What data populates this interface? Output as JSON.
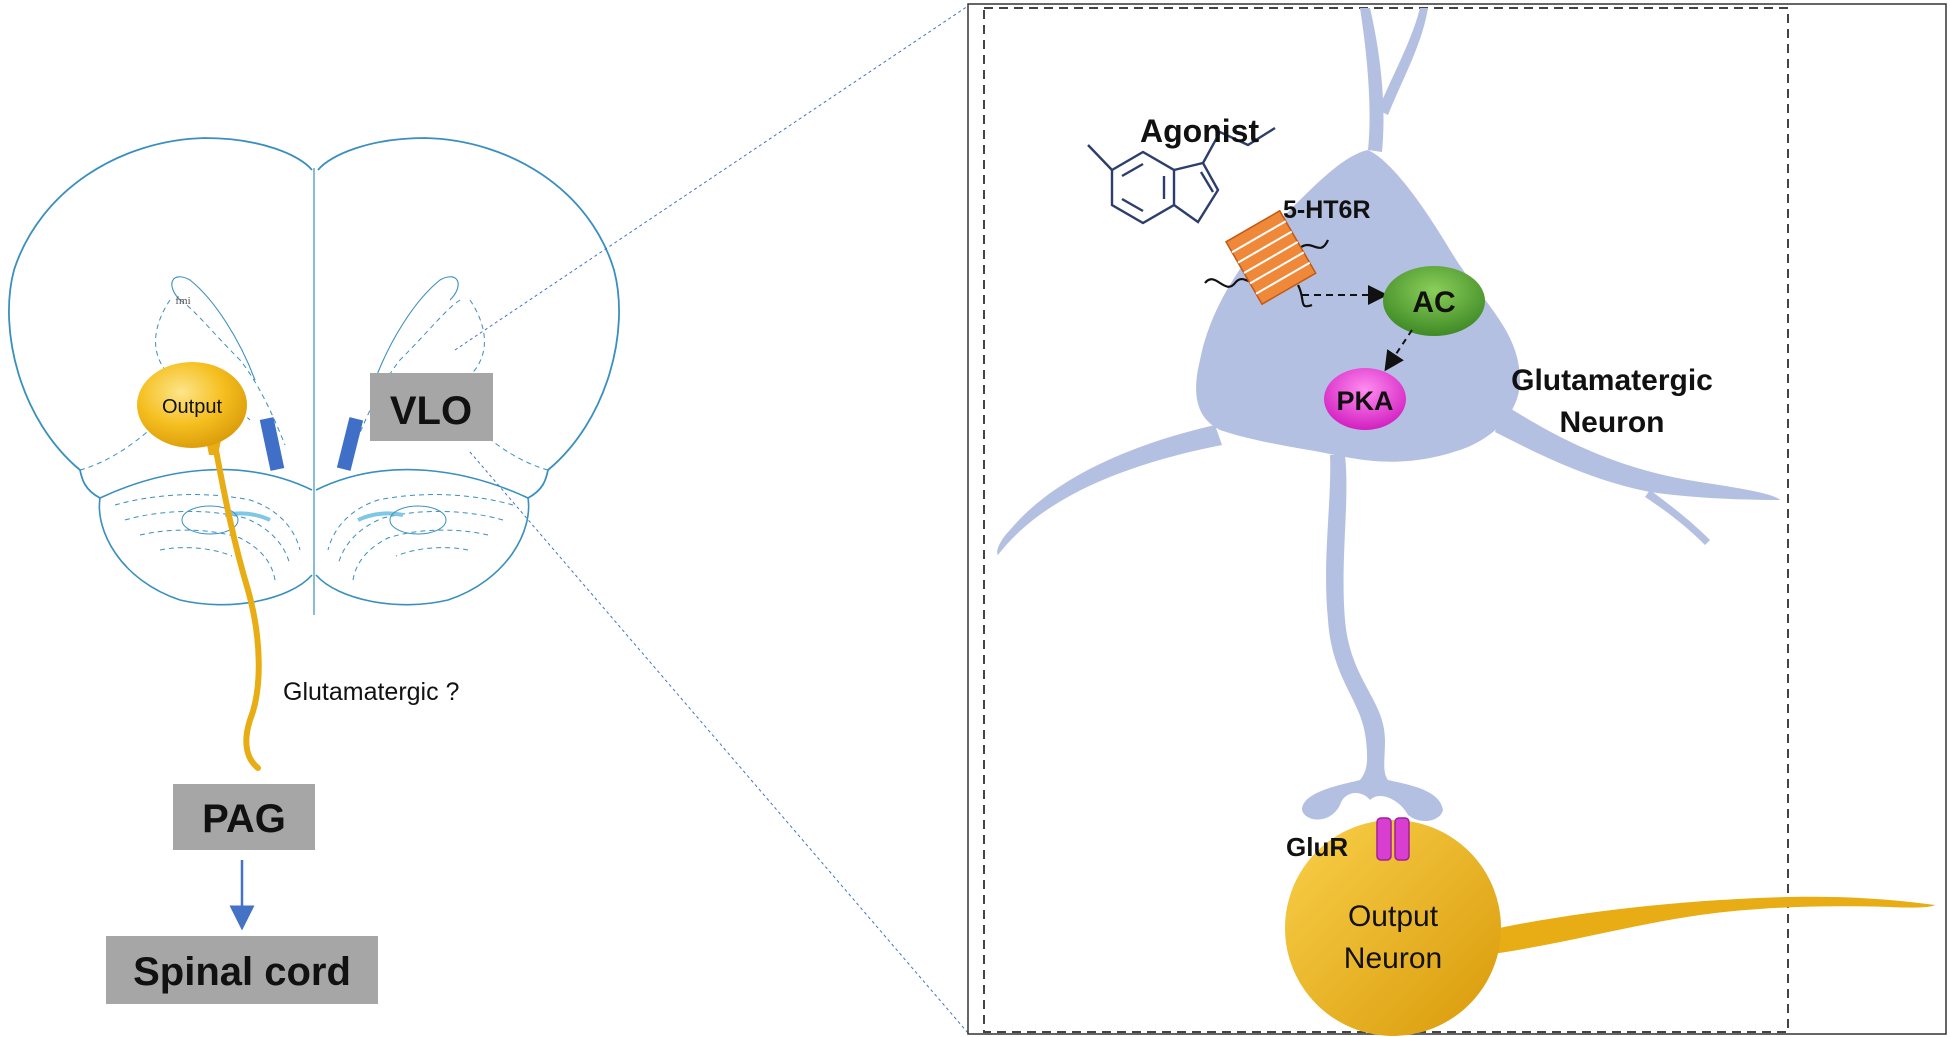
{
  "left_panel": {
    "fmi_label": "fmi",
    "output_label": "Output",
    "vlo_label": "VLO",
    "projection_label": "Glutamatergic ?",
    "pag_label": "PAG",
    "spinal_label": "Spinal cord"
  },
  "right_panel": {
    "agonist_label": "Agonist",
    "receptor_label": "5-HT6R",
    "ac_label": "AC",
    "pka_label": "PKA",
    "neuron_label_line1": "Glutamatergic",
    "neuron_label_line2": "Neuron",
    "glur_label": "GluR",
    "output_neuron_line1": "Output",
    "output_neuron_line2": "Neuron"
  },
  "colors": {
    "brain_outline": "#3a8fbf",
    "label_box": "#a6a6a6",
    "neuron_body": "#b4c0e2",
    "output_gold": "#f2b81c",
    "ac_green": "#5aa532",
    "pka_magenta": "#e040d0",
    "receptor_orange": "#f0883a",
    "arrow_blue": "#4472c4",
    "electrode_blue": "#3f6fc6"
  }
}
